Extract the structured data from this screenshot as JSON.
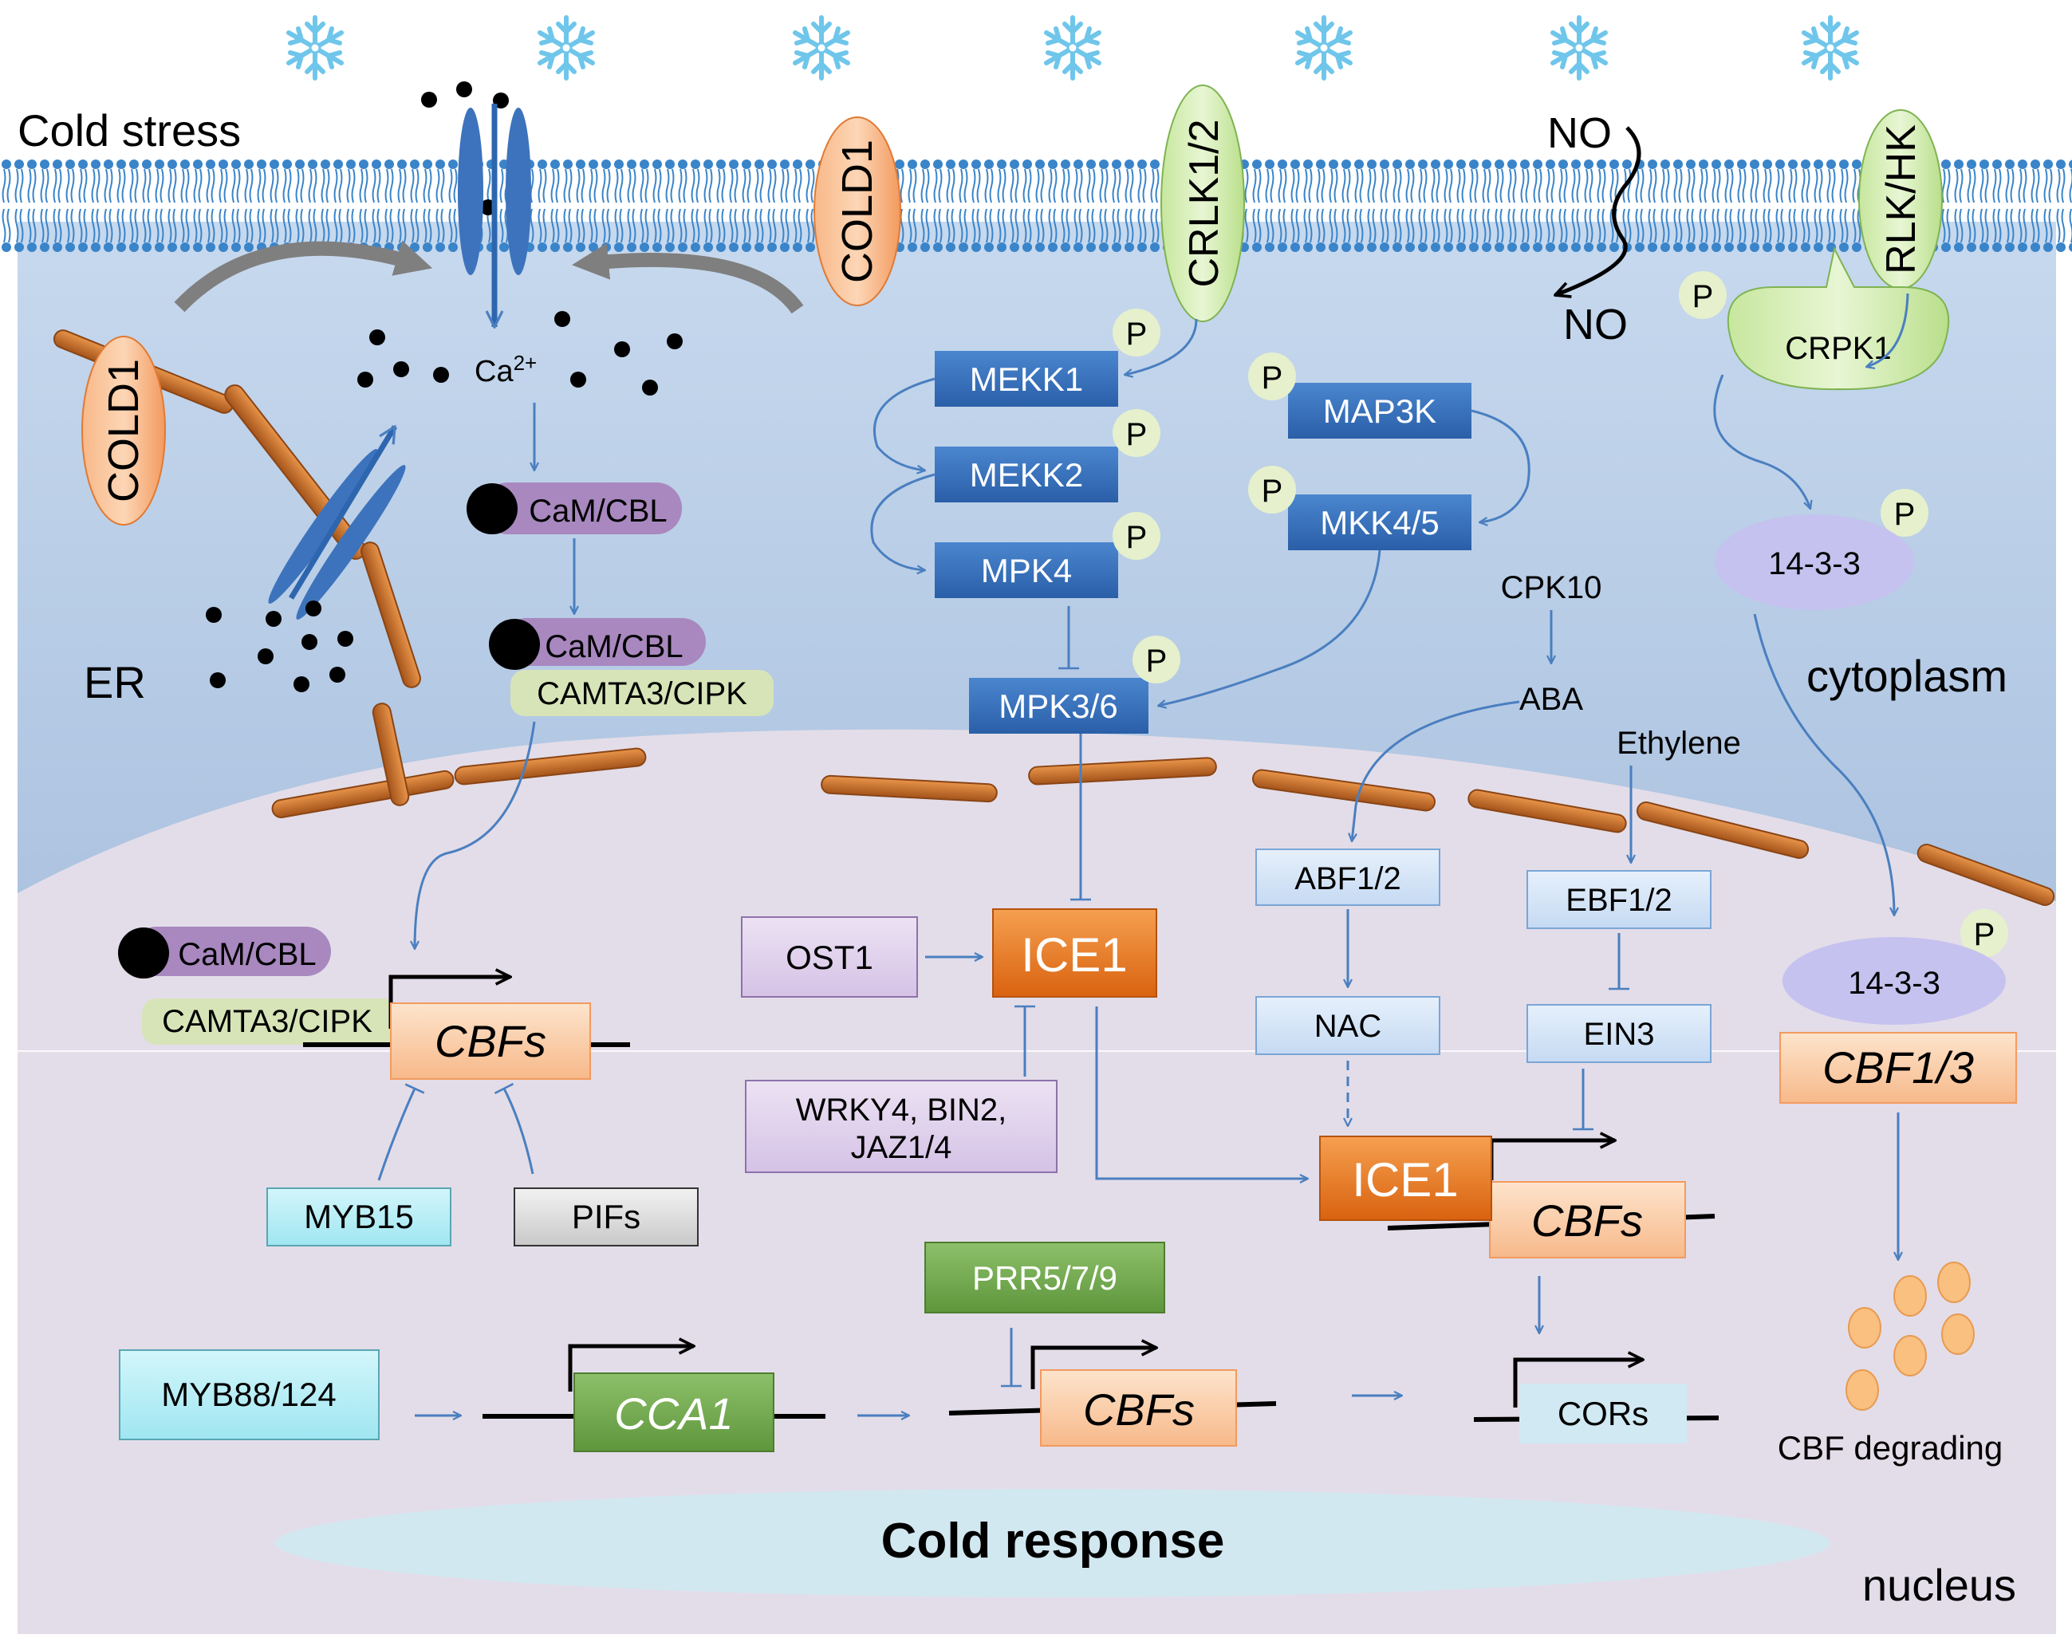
{
  "labels": {
    "cold_stress": "Cold stress",
    "ca": "Ca",
    "ca_sup": "2+",
    "er": "ER",
    "cytoplasm": "cytoplasm",
    "nucleus": "nucleus",
    "cold_response": "Cold response",
    "no_top": "NO",
    "no_bottom": "NO",
    "cpk10": "CPK10",
    "aba": "ABA",
    "ethylene": "Ethylene",
    "cbf_degrading": "CBF degrading"
  },
  "membrane_proteins": {
    "cold1_er": "COLD1",
    "cold1_pm": "COLD1",
    "crlk": "CRLK1/2",
    "rlk": "RLK/HK",
    "crpk1": "CRPK1"
  },
  "calcium": {
    "cam1": "CaM/CBL",
    "cam2": "CaM/CBL",
    "camta2": "CAMTA3/CIPK",
    "cam3": "CaM/CBL",
    "camta3": "CAMTA3/CIPK"
  },
  "kinases": {
    "mekk1": "MEKK1",
    "mekk2": "MEKK2",
    "mpk4": "MPK4",
    "map3k": "MAP3K",
    "mkk45": "MKK4/5",
    "mpk36": "MPK3/6"
  },
  "phospho": "P",
  "fourteen33_top": "14-3-3",
  "fourteen33_bottom": "14-3-3",
  "nuclear": {
    "ice1": "ICE1",
    "ice1b": "ICE1",
    "ost1": "OST1",
    "wrky_1": "WRKY4, BIN2,",
    "wrky_2": "JAZ1/4",
    "abf": "ABF1/2",
    "nac": "NAC",
    "ebf": "EBF1/2",
    "ein3": "EIN3",
    "myb15": "MYB15",
    "pifs": "PIFs",
    "prr": "PRR5/7/9",
    "myb88": "MYB88/124",
    "cca1": "CCA1",
    "cbfs_left": "CBFs",
    "cbfs_mid": "CBFs",
    "cbfs_bottom": "CBFs",
    "cbf13": "CBF1/3",
    "cors": "CORs"
  }
}
